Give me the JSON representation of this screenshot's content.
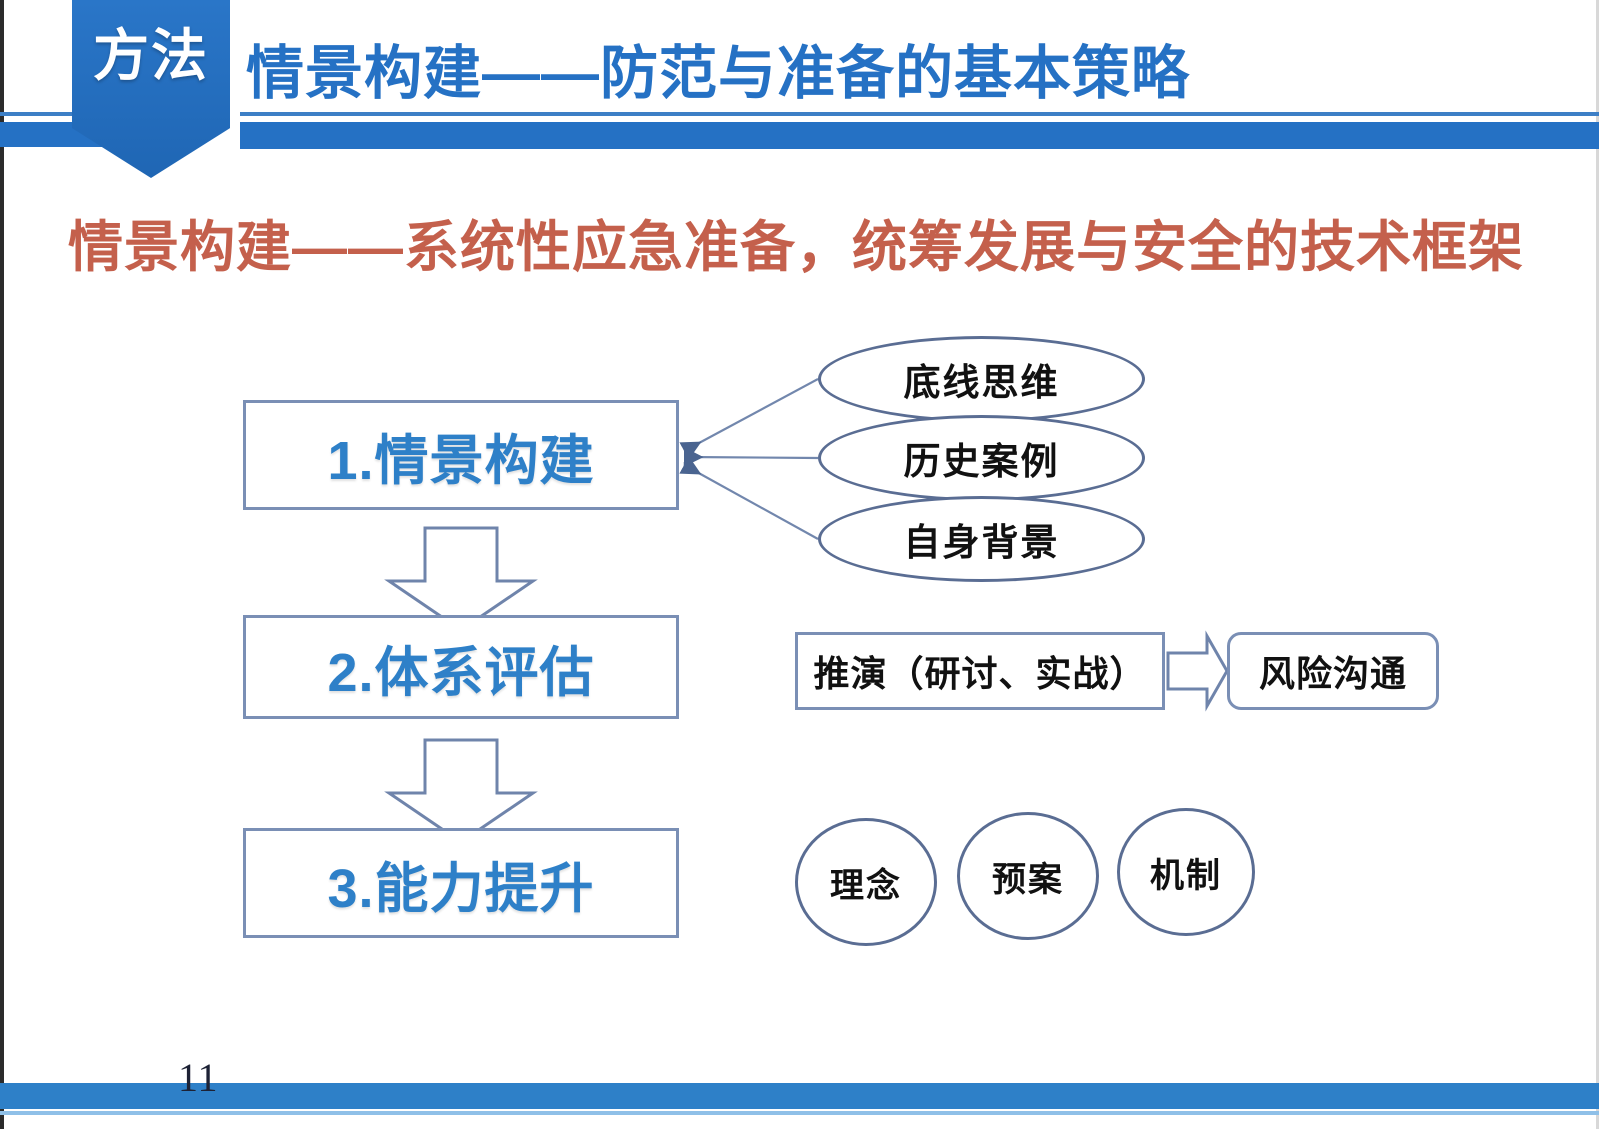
{
  "header": {
    "tag_label": "方法",
    "title": "情景构建——防范与准备的基本策略",
    "accent_color": "#2571c4"
  },
  "subtitle": {
    "text": "情景构建——系统性应急准备，统筹发展与安全的技术框架",
    "color": "#c4604c"
  },
  "diagram": {
    "steps": [
      {
        "label": "1.情景构建"
      },
      {
        "label": "2.体系评估"
      },
      {
        "label": "3.能力提升"
      }
    ],
    "step_text_color": "#2e80c8",
    "outline_color": "#7a8fb5",
    "ellipses": [
      {
        "label": "底线思维"
      },
      {
        "label": "历史案例"
      },
      {
        "label": "自身背景"
      }
    ],
    "process": {
      "source_label": "推演（研讨、实战）",
      "target_label": "风险沟通"
    },
    "circles": [
      {
        "label": "理念"
      },
      {
        "label": "预案"
      },
      {
        "label": "机制"
      }
    ]
  },
  "footer": {
    "page_number": "11",
    "bar_color": "#2e80c8"
  }
}
